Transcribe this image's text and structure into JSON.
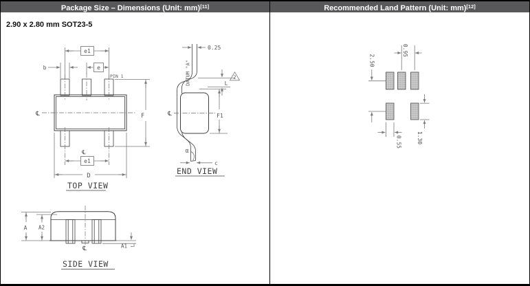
{
  "left_panel": {
    "header": {
      "title": "Package Size – Dimensions (Unit: mm)",
      "superscript": "[11]"
    },
    "subtitle": "2.90 x 2.80 mm SOT23-5",
    "top_view": {
      "title": "TOP VIEW",
      "labels": {
        "e1_top": "e1",
        "b": "b",
        "e": "e",
        "pin1": "PIN 1",
        "f": "F",
        "d": "D",
        "e1_bottom": "e1",
        "centerline_left": "℄",
        "centerline_bottom": "℄"
      }
    },
    "end_view": {
      "title": "END VIEW",
      "labels": {
        "lead_width": "0.25",
        "datum": "DATUM \"A\"",
        "note_flag": "2",
        "l": "L",
        "f1": "F1",
        "centerline": "℄",
        "alpha": "α",
        "c": "c"
      }
    },
    "side_view": {
      "title": "SIDE VIEW",
      "labels": {
        "a": "A",
        "a2": "A2",
        "a1": "A1",
        "centerline": "℄"
      }
    }
  },
  "right_panel": {
    "header": {
      "title": "Recommended Land Pattern (Unit: mm)",
      "superscript": "[12]"
    },
    "land_pattern": {
      "pad_pitch": "0.95",
      "row_pitch": "2.50",
      "pad_width": "0.55",
      "pad_height": "1.30"
    }
  },
  "colors": {
    "header_bg": "#58585a",
    "header_text": "#ffffff",
    "object_line": "#3f3f3f",
    "dim_line": "#7a7a7a",
    "pad_fill": "#c9c9c9",
    "pad_dot": "#858585"
  }
}
